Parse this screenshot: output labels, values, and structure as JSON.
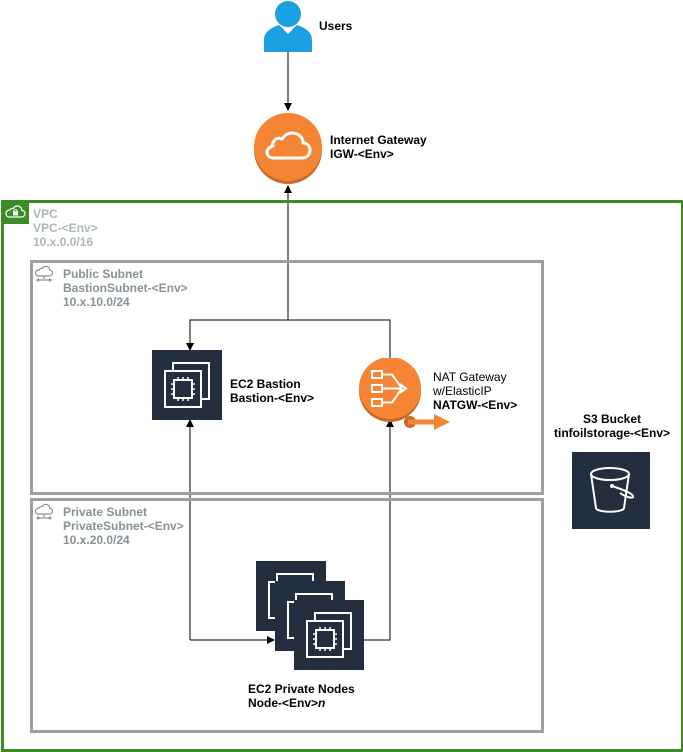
{
  "users": {
    "label": "Users",
    "icon": "user-icon",
    "color": "#1ba1e2"
  },
  "internet_gateway": {
    "title": "Internet Gateway",
    "name": "IGW-<Env>",
    "icon": "cloud-icon",
    "color": "#f58534"
  },
  "vpc": {
    "title": "VPC",
    "name": "VPC-<Env>",
    "cidr": "10.x.0.0/16",
    "border_color": "#3d8b26"
  },
  "public_subnet": {
    "title": "Public Subnet",
    "name": "BastionSubnet-<Env>",
    "cidr": "10.x.10.0/24"
  },
  "private_subnet": {
    "title": "Private Subnet",
    "name": "PrivateSubnet-<Env>",
    "cidr": "10.x.20.0/24"
  },
  "bastion": {
    "title": "EC2 Bastion",
    "name": "Bastion-<Env>",
    "icon": "ec2-instance-icon"
  },
  "nat_gateway": {
    "line1": "NAT Gateway",
    "line2": "w/ElasticIP",
    "name": "NATGW-<Env>",
    "icon": "nat-gateway-icon",
    "color": "#f58534"
  },
  "s3": {
    "title": "S3 Bucket",
    "name": "tinfoilstorage-<Env>",
    "icon": "bucket-icon"
  },
  "private_nodes": {
    "title": "EC2 Private Nodes",
    "name_prefix": "Node-<Env>",
    "name_suffix": "n",
    "icon": "ec2-instance-icon"
  }
}
